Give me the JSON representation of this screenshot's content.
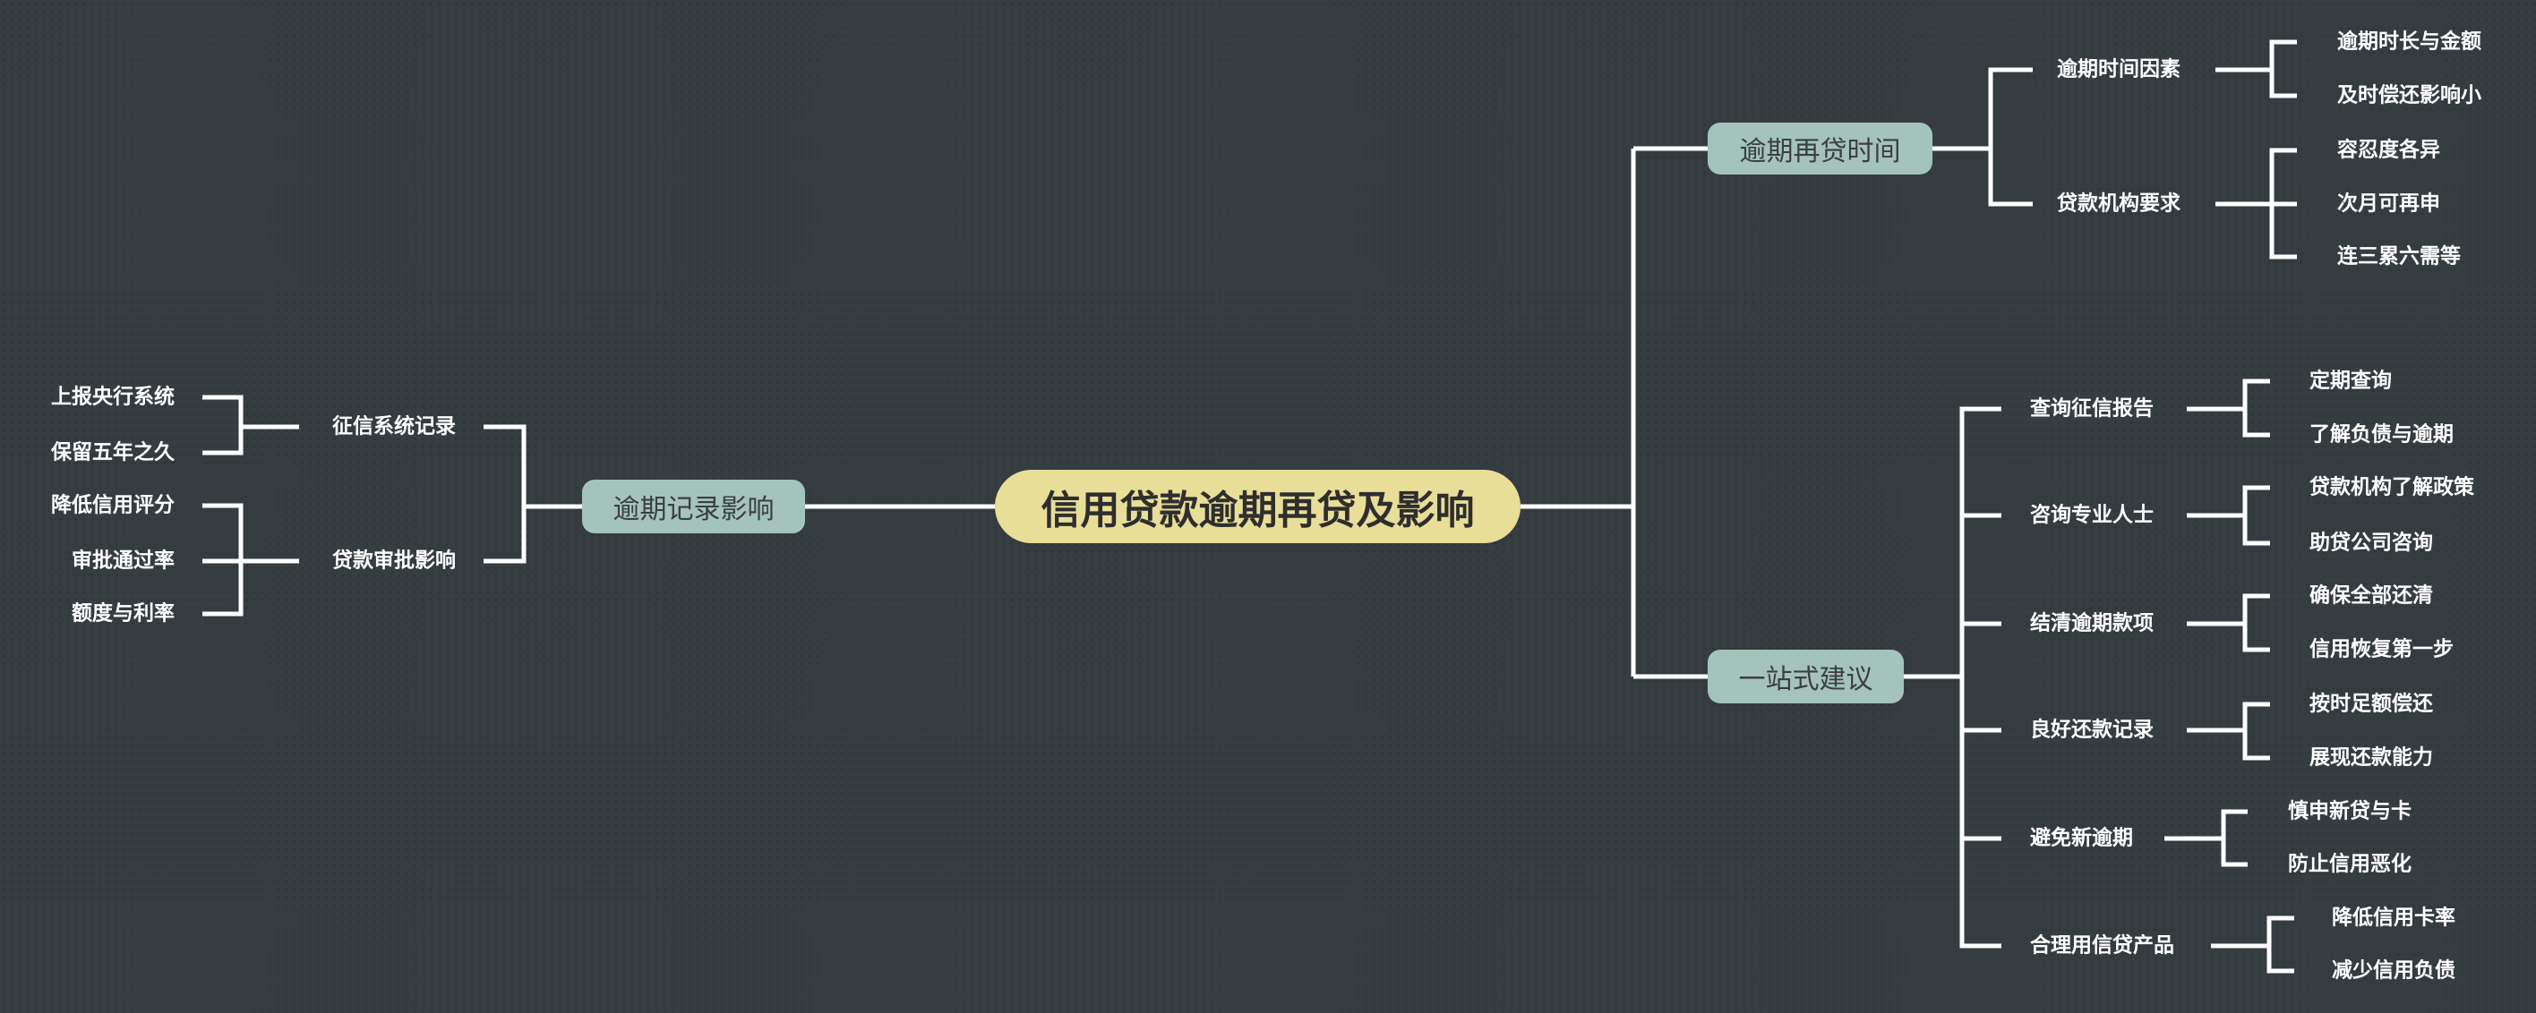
{
  "title": "信用贷款逾期再贷及影响",
  "left": {
    "label": "逾期记录影响",
    "children": [
      {
        "label": "征信系统记录",
        "leaves": [
          "上报央行系统",
          "保留五年之久"
        ]
      },
      {
        "label": "贷款审批影响",
        "leaves": [
          "降低信用评分",
          "审批通过率",
          "额度与利率"
        ]
      }
    ]
  },
  "right": [
    {
      "label": "逾期再贷时间",
      "children": [
        {
          "label": "逾期时间因素",
          "leaves": [
            "逾期时长与金额",
            "及时偿还影响小"
          ]
        },
        {
          "label": "贷款机构要求",
          "leaves": [
            "容忍度各异",
            "次月可再申",
            "连三累六需等"
          ]
        }
      ]
    },
    {
      "label": "一站式建议",
      "children": [
        {
          "label": "查询征信报告",
          "leaves": [
            "定期查询",
            "了解负债与逾期"
          ]
        },
        {
          "label": "咨询专业人士",
          "leaves": [
            "贷款机构了解政策",
            "助贷公司咨询"
          ]
        },
        {
          "label": "结清逾期款项",
          "leaves": [
            "确保全部还清",
            "信用恢复第一步"
          ]
        },
        {
          "label": "良好还款记录",
          "leaves": [
            "按时足额偿还",
            "展现还款能力"
          ]
        },
        {
          "label": "避免新逾期",
          "leaves": [
            "慎申新贷与卡",
            "防止信用恶化"
          ]
        },
        {
          "label": "合理用信贷产品",
          "leaves": [
            "降低信用卡率",
            "减少信用负债"
          ]
        }
      ]
    }
  ],
  "colors": {
    "background": "#363d41",
    "center": "#e8de98",
    "main": "#a4c3bb",
    "line": "#ffffff"
  }
}
